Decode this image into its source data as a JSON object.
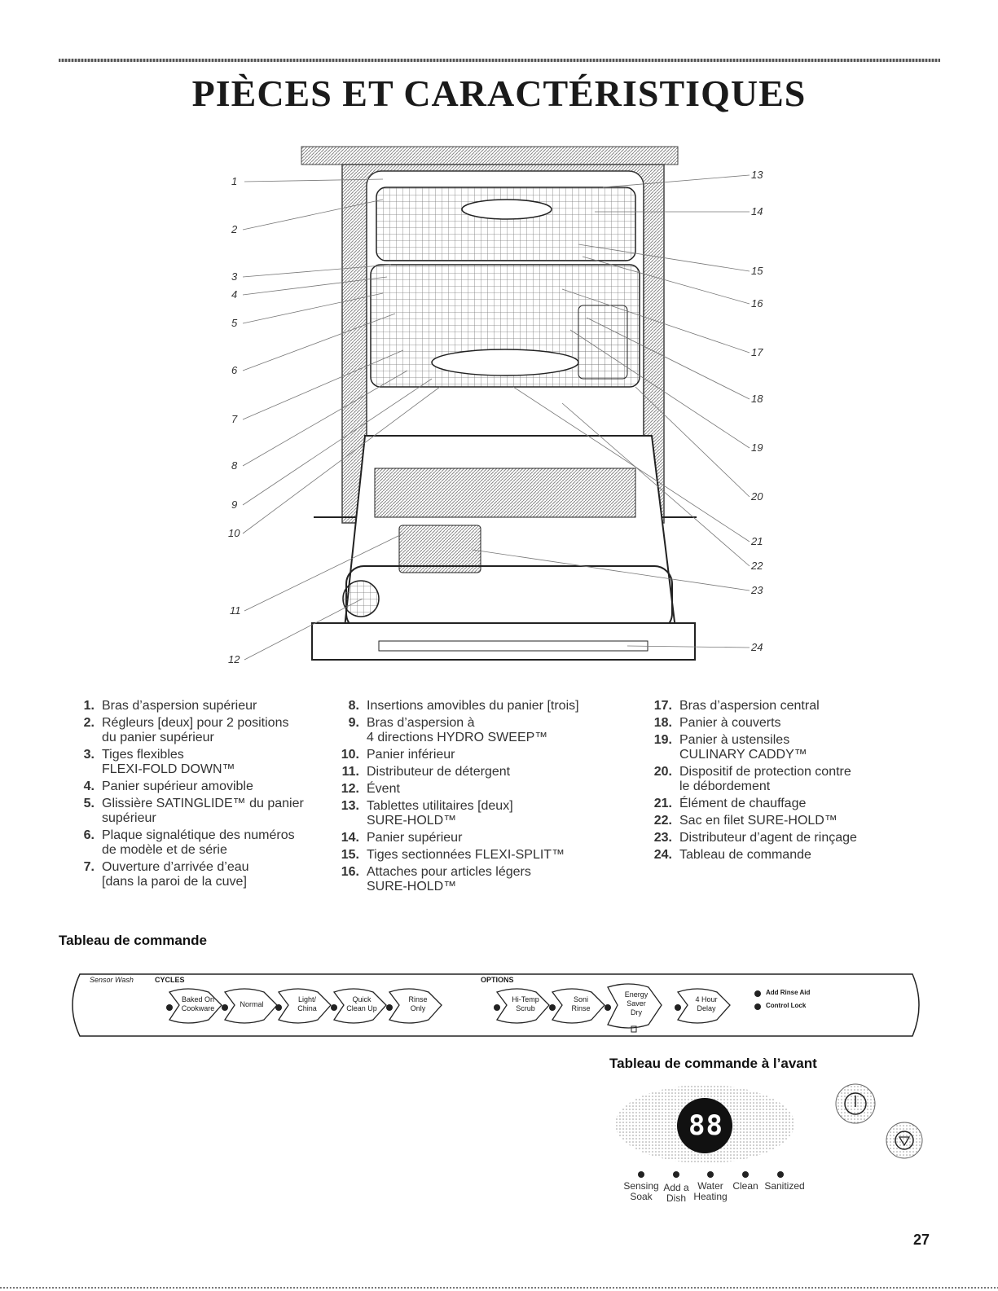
{
  "page": {
    "title": "PIÈCES ET CARACTÉRISTIQUES",
    "page_number": "27"
  },
  "diagram": {
    "callouts": [
      "1",
      "2",
      "3",
      "4",
      "5",
      "6",
      "7",
      "8",
      "9",
      "10",
      "11",
      "12",
      "13",
      "14",
      "15",
      "16",
      "17",
      "18",
      "19",
      "20",
      "21",
      "22",
      "23",
      "24"
    ]
  },
  "parts": [
    {
      "num": "1.",
      "text": "Bras d’aspersion supérieur"
    },
    {
      "num": "2.",
      "text": "Régleurs [deux] pour 2 positions\ndu panier supérieur"
    },
    {
      "num": "3.",
      "text": "Tiges flexibles\nFLEXI-FOLD DOWN™"
    },
    {
      "num": "4.",
      "text": "Panier supérieur amovible"
    },
    {
      "num": "5.",
      "text": "Glissière SATINGLIDE™ du panier\nsupérieur"
    },
    {
      "num": "6.",
      "text": "Plaque signalétique des numéros\nde modèle et de série"
    },
    {
      "num": "7.",
      "text": "Ouverture d’arrivée d’eau\n[dans la paroi de la cuve]"
    },
    {
      "num": "8.",
      "text": "Insertions amovibles du panier [trois]"
    },
    {
      "num": "9.",
      "text": "Bras d’aspersion à\n4 directions HYDRO SWEEP™"
    },
    {
      "num": "10.",
      "text": "Panier inférieur"
    },
    {
      "num": "11.",
      "text": "Distributeur de détergent"
    },
    {
      "num": "12.",
      "text": "Évent"
    },
    {
      "num": "13.",
      "text": "Tablettes utilitaires [deux]\nSURE-HOLD™"
    },
    {
      "num": "14.",
      "text": "Panier supérieur"
    },
    {
      "num": "15.",
      "text": "Tiges sectionnées FLEXI-SPLIT™"
    },
    {
      "num": "16.",
      "text": "Attaches pour articles légers\nSURE-HOLD™"
    },
    {
      "num": "17.",
      "text": "Bras d’aspersion central"
    },
    {
      "num": "18.",
      "text": "Panier à couverts"
    },
    {
      "num": "19.",
      "text": "Panier à ustensiles\nCULINARY CADDY™"
    },
    {
      "num": "20.",
      "text": "Dispositif de protection contre\nle débordement"
    },
    {
      "num": "21.",
      "text": "Élément de chauffage"
    },
    {
      "num": "22.",
      "text": "Sac en filet SURE-HOLD™"
    },
    {
      "num": "23.",
      "text": "Distributeur d’agent de rinçage"
    },
    {
      "num": "24.",
      "text": "Tableau de commande"
    }
  ],
  "control_panel": {
    "heading": "Tableau de commande",
    "brand": "Sensor Wash",
    "cycles_label": "CYCLES",
    "options_label": "OPTIONS",
    "cycles": [
      {
        "l1": "Baked On",
        "l2": "Cookware"
      },
      {
        "l1": "Normal",
        "l2": ""
      },
      {
        "l1": "Light/",
        "l2": "China"
      },
      {
        "l1": "Quick",
        "l2": "Clean Up"
      },
      {
        "l1": "Rinse",
        "l2": "Only"
      }
    ],
    "options": [
      {
        "l1": "Hi-Temp",
        "l2": "Scrub",
        "l3": ""
      },
      {
        "l1": "Soni",
        "l2": "Rinse",
        "l3": ""
      },
      {
        "l1": "Energy",
        "l2": "Saver",
        "l3": "Dry"
      },
      {
        "l1": "4 Hour",
        "l2": "Delay",
        "l3": ""
      }
    ],
    "indicators": [
      "Add Rinse Aid",
      "Control Lock"
    ]
  },
  "front_panel": {
    "heading": "Tableau de commande à l’avant",
    "display": "88",
    "status_lights": [
      {
        "l1": "Sensing",
        "l2": "Soak"
      },
      {
        "l1": "Add a",
        "l2": "Dish"
      },
      {
        "l1": "Water",
        "l2": "Heating"
      },
      {
        "l1": "Clean",
        "l2": ""
      },
      {
        "l1": "Sanitized",
        "l2": ""
      }
    ]
  }
}
